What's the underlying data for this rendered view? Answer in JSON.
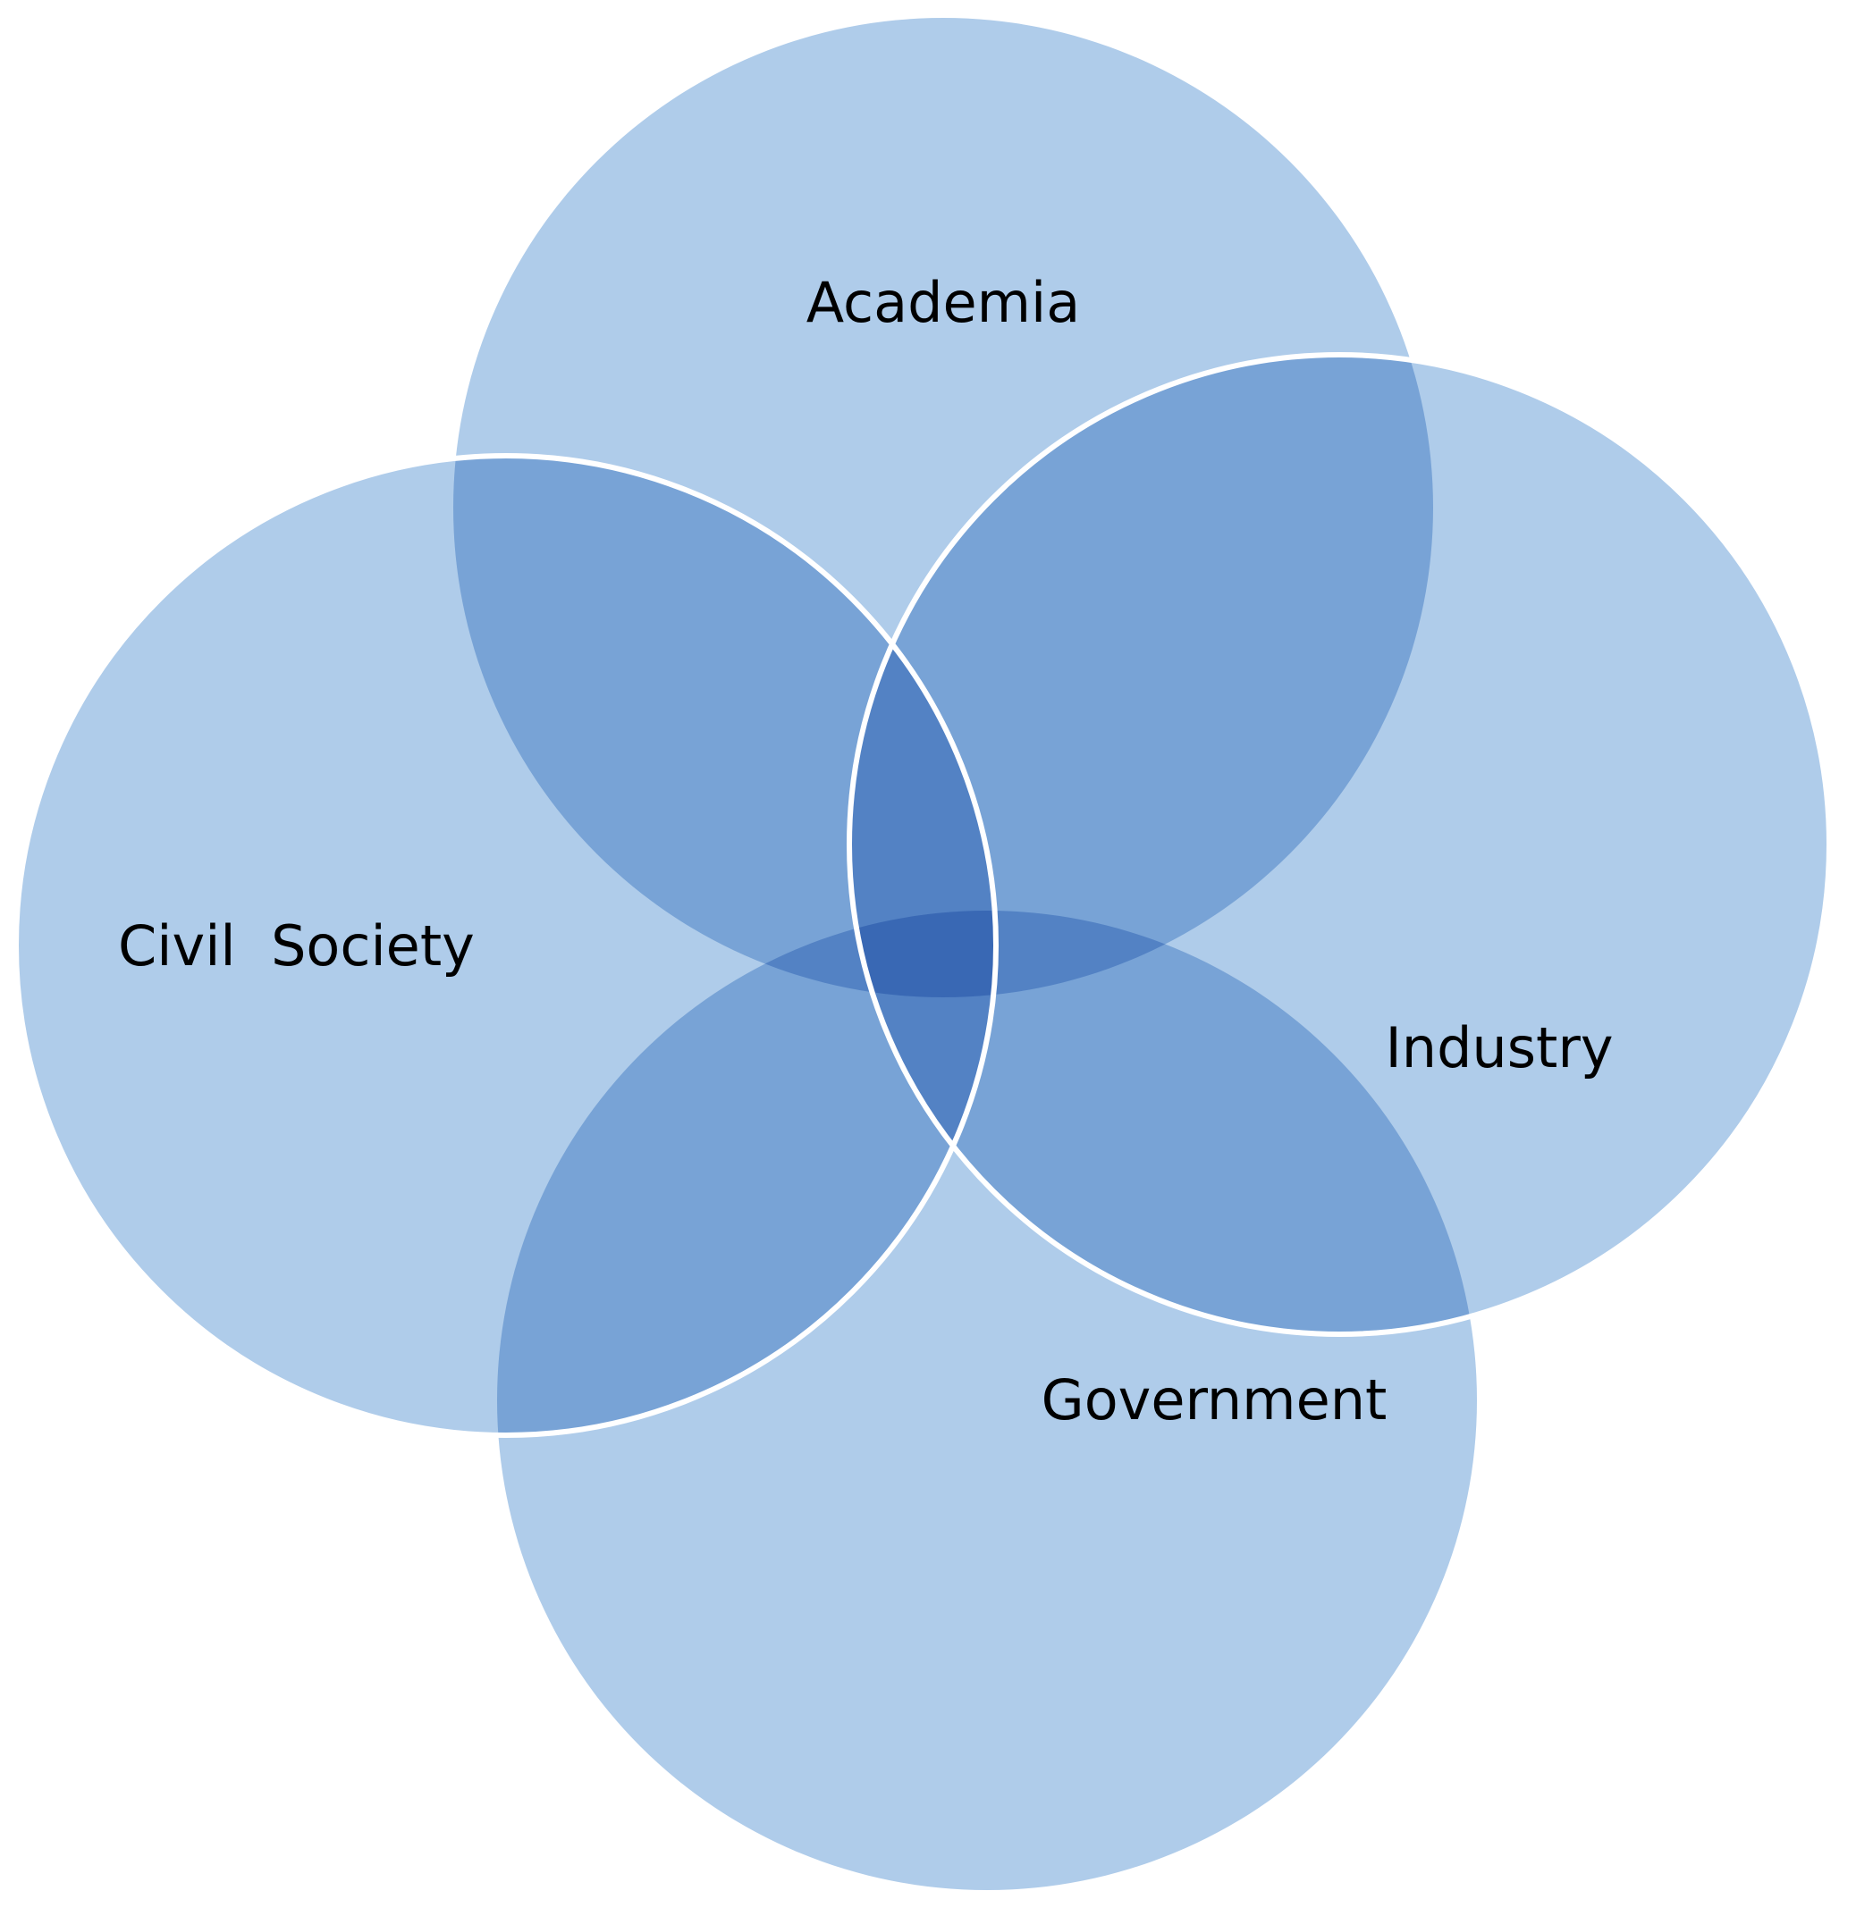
{
  "colors": {
    "circle_fill": "#AFCCEA",
    "circle_stroke": "#FFFFFF",
    "label_text": "#000000",
    "background": "#FFFFFF"
  },
  "diagram": {
    "type": "venn",
    "circles": [
      {
        "id": "academia",
        "label": "Academia"
      },
      {
        "id": "civil-society",
        "label": "Civil  Society"
      },
      {
        "id": "industry",
        "label": "Industry"
      },
      {
        "id": "government",
        "label": "Government"
      }
    ]
  }
}
